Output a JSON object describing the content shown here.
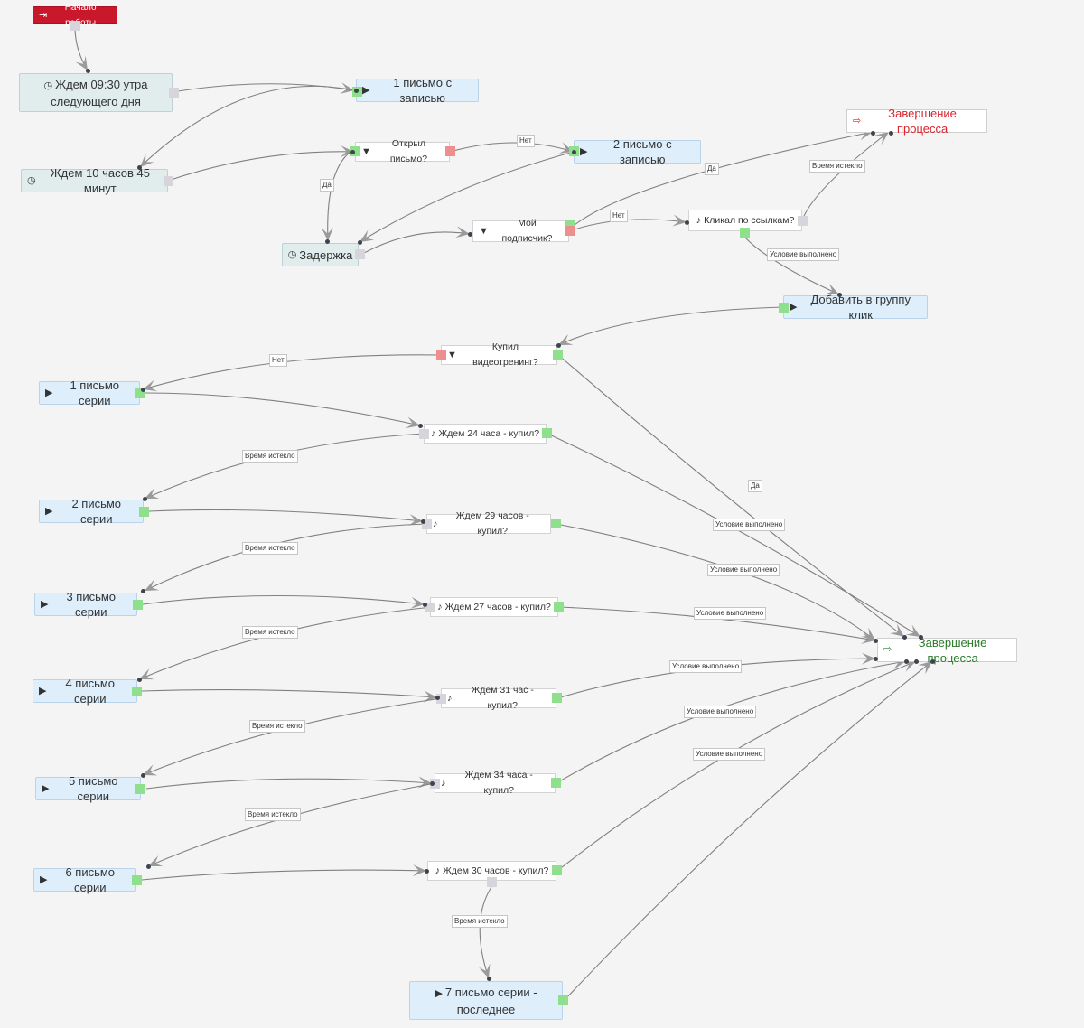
{
  "start": {
    "label": "Начало работы",
    "icon": "sign-in-icon"
  },
  "ends": {
    "top": {
      "label": "Завершение процесса",
      "color": "#d9232e"
    },
    "bottom": {
      "label": "Завершение процесса",
      "color": "#2b7a2b"
    }
  },
  "waits": {
    "w0930": {
      "line1": "Ждем 09:30 утра",
      "line2": "следующего дня"
    },
    "w1045": {
      "label": "Ждем 10 часов 45 минут"
    },
    "delay": {
      "label": "Задержка"
    }
  },
  "messages": {
    "m1rec": "1 письмо с записью",
    "m2rec": "2 письмо с записью",
    "group": "Добавить в группу клик",
    "s1": "1 письмо серии",
    "s2": "2 письмо серии",
    "s3": "3 письмо серии",
    "s4": "4 письмо серии",
    "s5": "5 письмо серии",
    "s6": "6 письмо серии",
    "s7_l1": "7 письмо серии -",
    "s7_l2": "последнее"
  },
  "conditions": {
    "opened": "Открыл письмо?",
    "subscriber": "Мой подписчик?",
    "clicked": "Кликал по ссылкам?",
    "bought": "Купил видеотренинг?",
    "w24": "Ждем 24 часа - купил?",
    "w29": "Ждем 29 часов - купил?",
    "w27": "Ждем 27 часов - купил?",
    "w31": "Ждем 31 час - купил?",
    "w34": "Ждем 34 часа - купил?",
    "w30": "Ждем 30 часов - купил?"
  },
  "edge_labels": {
    "no": "Нет",
    "yes": "Да",
    "timeout": "Время истекло",
    "condition_met": "Условие выполнено"
  },
  "colors": {
    "accent_start": "#c9182b",
    "port_yes": "#8fe08c",
    "port_no": "#ee8f8f",
    "port_neutral": "#d8d4dc",
    "wire": "#808080"
  }
}
